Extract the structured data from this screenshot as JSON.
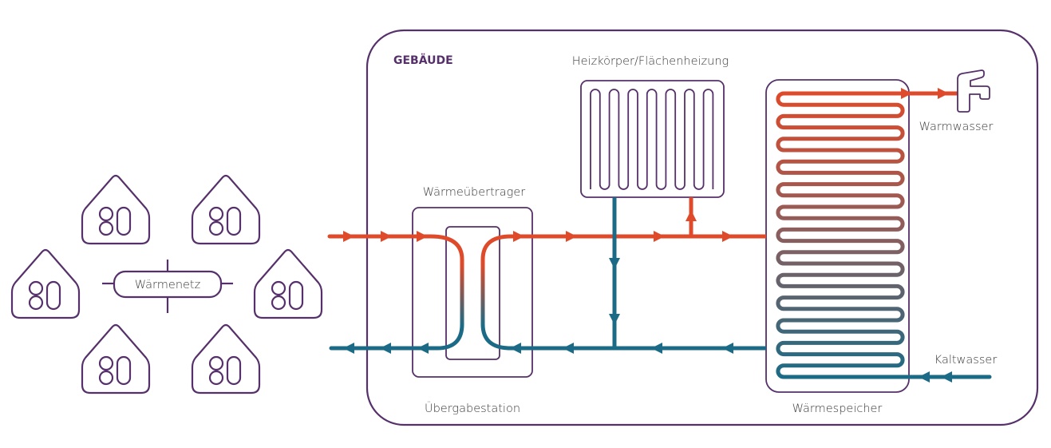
{
  "colors": {
    "outline": "#56306a",
    "hot": "#de4a2a",
    "cold": "#1b6b86",
    "text": "#3b3b3b"
  },
  "labels": {
    "building": "GEBÄUDE",
    "network": "Wärmenetz",
    "heat_exchanger": "Wärmeübertrager",
    "transfer_station": "Übergabestation",
    "radiator": "Heizkörper/Flächenheizung",
    "storage": "Wärmespeicher",
    "hot_water": "Warmwasser",
    "cold_water": "Kaltwasser"
  },
  "network_houses": [
    {
      "name": "house-1"
    },
    {
      "name": "house-2"
    },
    {
      "name": "house-3"
    },
    {
      "name": "house-4"
    },
    {
      "name": "house-5"
    },
    {
      "name": "house-6"
    }
  ],
  "flows": {
    "supply": "hot",
    "return": "cold",
    "storage_coil_runs": 26,
    "radiator_loops": 7
  }
}
